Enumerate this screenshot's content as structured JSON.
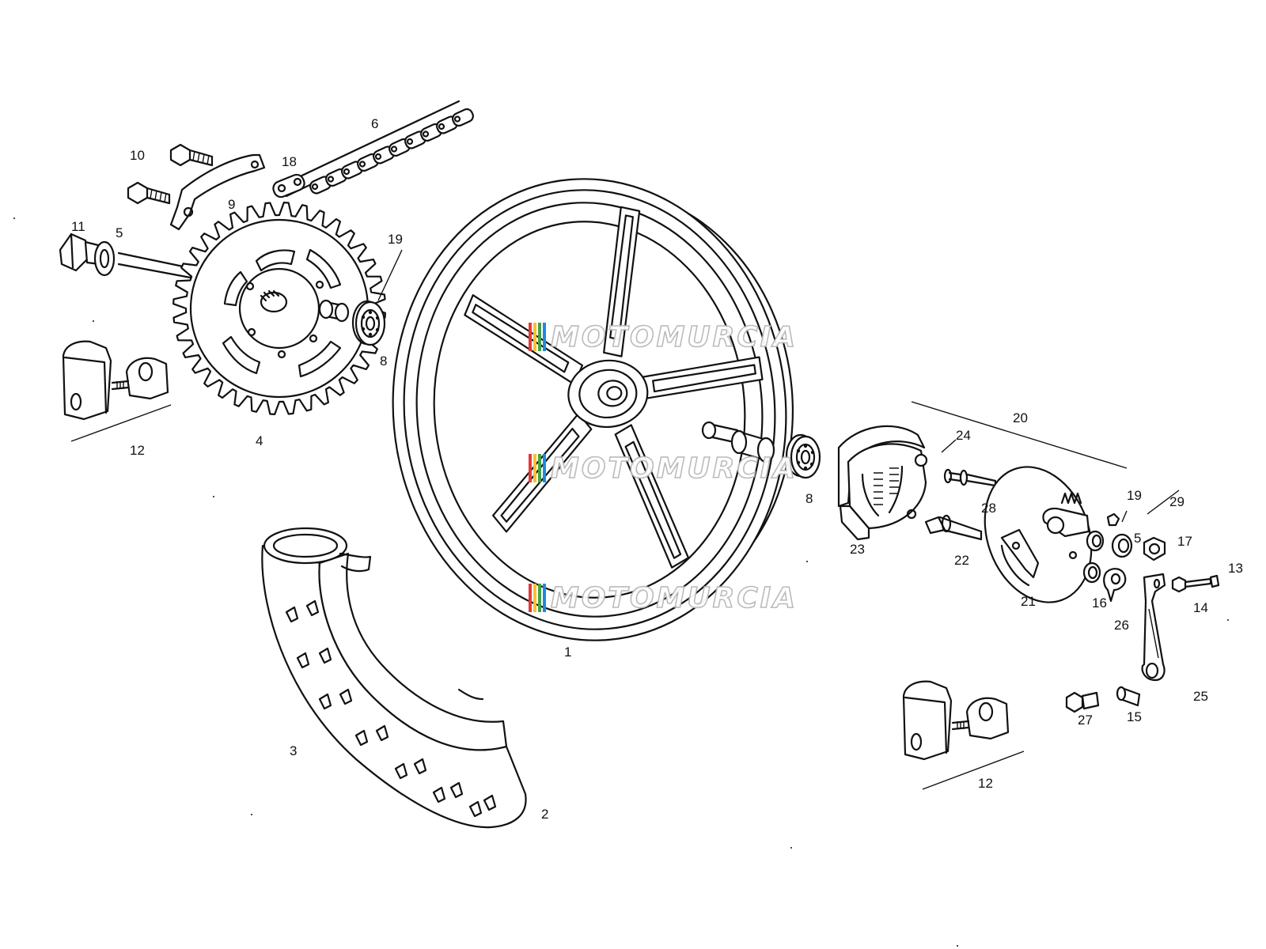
{
  "watermark": {
    "text": "MOTOMURCIA",
    "stripe_colors": [
      "#e53935",
      "#fbc02d",
      "#43a047",
      "#1e88e5"
    ]
  },
  "labels": {
    "p1": "1",
    "p2": "2",
    "p3": "3",
    "p4": "4",
    "p5a": "5",
    "p5b": "5",
    "p6": "6",
    "p8a": "8",
    "p8b": "8",
    "p9": "9",
    "p10": "10",
    "p11": "11",
    "p12a": "12",
    "p12b": "12",
    "p13": "13",
    "p14": "14",
    "p15": "15",
    "p16": "16",
    "p17": "17",
    "p18": "18",
    "p19a": "19",
    "p19b": "19",
    "p20": "20",
    "p21": "21",
    "p22": "22",
    "p23": "23",
    "p24": "24",
    "p25": "25",
    "p26": "26",
    "p27": "27",
    "p28": "28",
    "p29": "29"
  }
}
